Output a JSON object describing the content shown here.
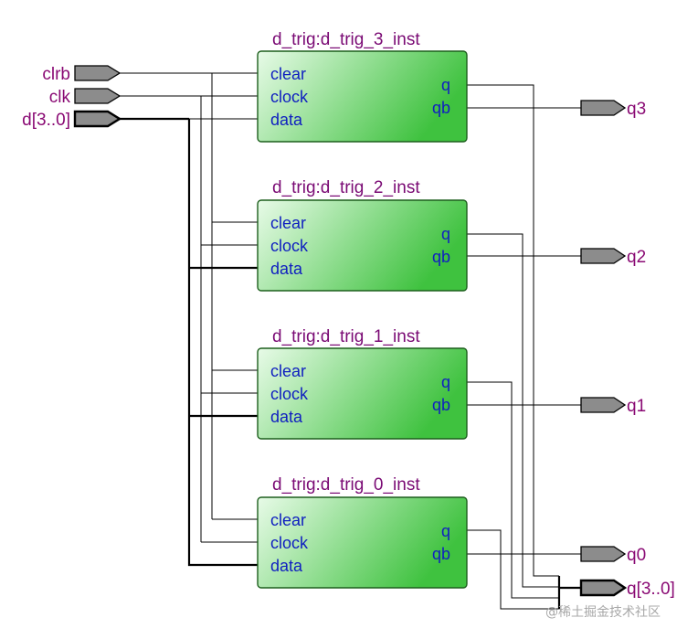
{
  "inputs": [
    {
      "label": "clrb",
      "is_bus": false
    },
    {
      "label": "clk",
      "is_bus": false
    },
    {
      "label": "d[3..0]",
      "is_bus": true
    }
  ],
  "outputs": [
    {
      "label": "q3",
      "is_bus": false
    },
    {
      "label": "q2",
      "is_bus": false
    },
    {
      "label": "q1",
      "is_bus": false
    },
    {
      "label": "q0",
      "is_bus": false
    },
    {
      "label": "q[3..0]",
      "is_bus": true
    }
  ],
  "instances": [
    {
      "title": "d_trig:d_trig_3_inst",
      "ports_in": [
        "clear",
        "clock",
        "data"
      ],
      "ports_out": [
        "q",
        "qb"
      ]
    },
    {
      "title": "d_trig:d_trig_2_inst",
      "ports_in": [
        "clear",
        "clock",
        "data"
      ],
      "ports_out": [
        "q",
        "qb"
      ]
    },
    {
      "title": "d_trig:d_trig_1_inst",
      "ports_in": [
        "clear",
        "clock",
        "data"
      ],
      "ports_out": [
        "q",
        "qb"
      ]
    },
    {
      "title": "d_trig:d_trig_0_inst",
      "ports_in": [
        "clear",
        "clock",
        "data"
      ],
      "ports_out": [
        "q",
        "qb"
      ]
    }
  ],
  "colors": {
    "block_gradient_start": "#e8fbe8",
    "block_gradient_end": "#3fc23f",
    "block_border": "#1d5f1d",
    "pin_fill": "#8c8c8c",
    "port_text": "#1020c0",
    "title_text": "#7a0a74",
    "wire": "#000000"
  },
  "watermark": "@稀土掘金技术社区"
}
